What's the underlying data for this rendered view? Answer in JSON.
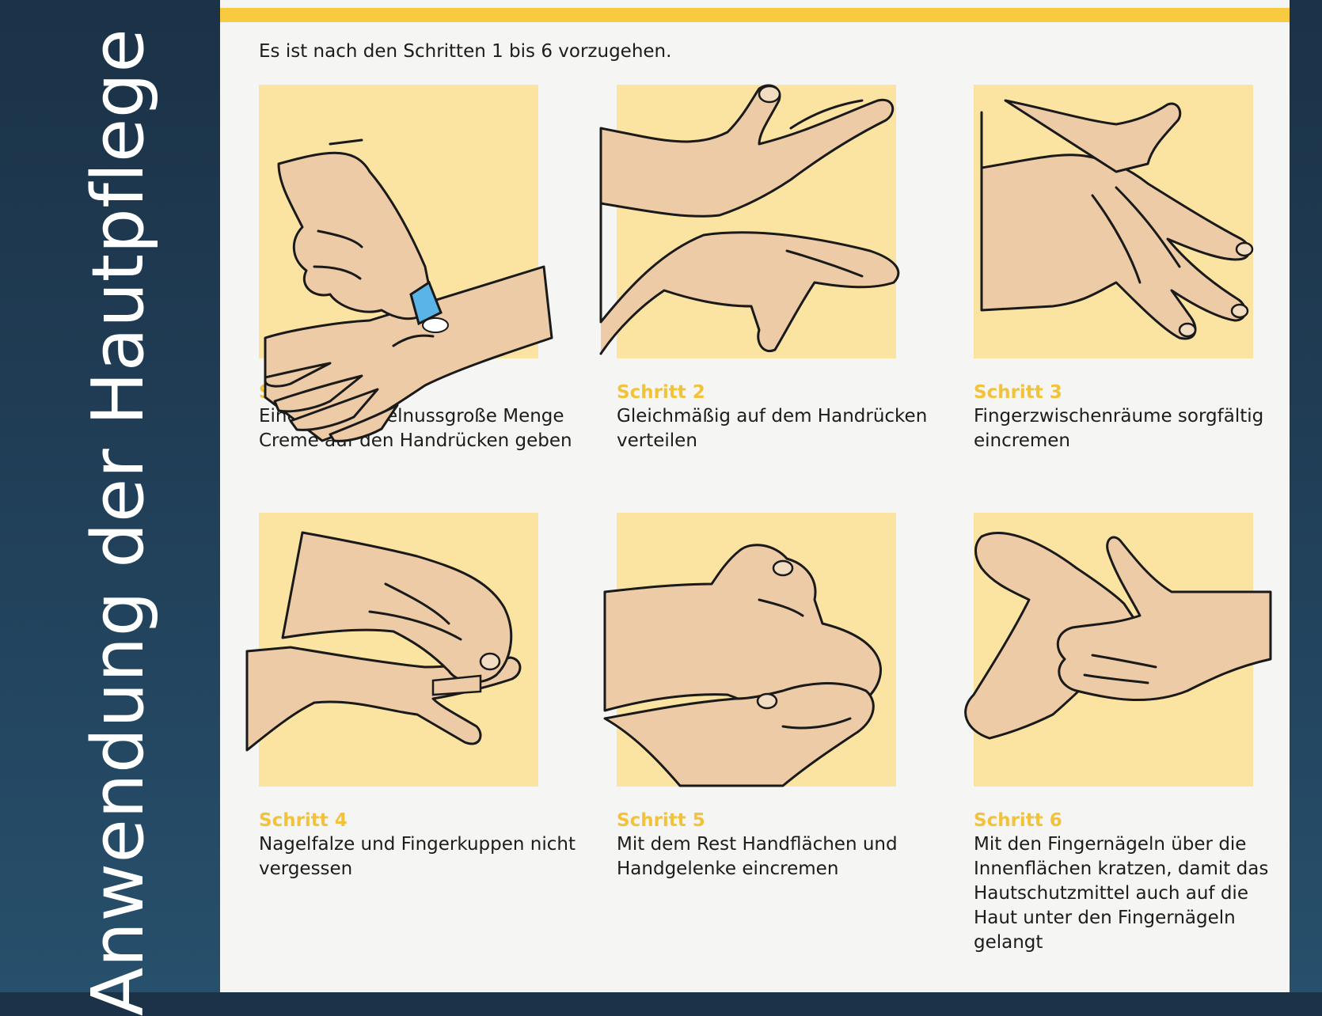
{
  "side_title": "Anwendung der Hautpflege",
  "intro": "Es ist nach den Schritten 1 bis 6 vorzugehen.",
  "colors": {
    "accent": "#f7ca3f",
    "illustration_bg": "#fbe3a2",
    "skin": "#eccba6",
    "tube": "#5ab4e6",
    "background": "#1f3a52"
  },
  "steps": [
    {
      "label": "Schritt 1",
      "text": "Eine etwa haselnussgroße Menge Creme auf den Handrücken geben",
      "icon": "cream-tube-on-hand-icon"
    },
    {
      "label": "Schritt 2",
      "text": "Gleichmäßig auf dem Handrücken verteilen",
      "icon": "hands-spreading-icon"
    },
    {
      "label": "Schritt 3",
      "text": "Fingerzwischenräume sorgfältig eincremen",
      "icon": "interlaced-fingers-icon"
    },
    {
      "label": "Schritt 4",
      "text": "Nagelfalze und Fingerkuppen nicht vergessen",
      "icon": "fingertips-icon"
    },
    {
      "label": "Schritt 5",
      "text": "Mit dem Rest Handflächen und Handgelenke eincremen",
      "icon": "clasped-hands-icon"
    },
    {
      "label": "Schritt 6",
      "text": "Mit den Fingernägeln über die Innenflächen kratzen, damit das Hautschutzmittel auch auf die Haut unter den Fingernägeln gelangt",
      "icon": "scratching-palms-icon"
    }
  ]
}
